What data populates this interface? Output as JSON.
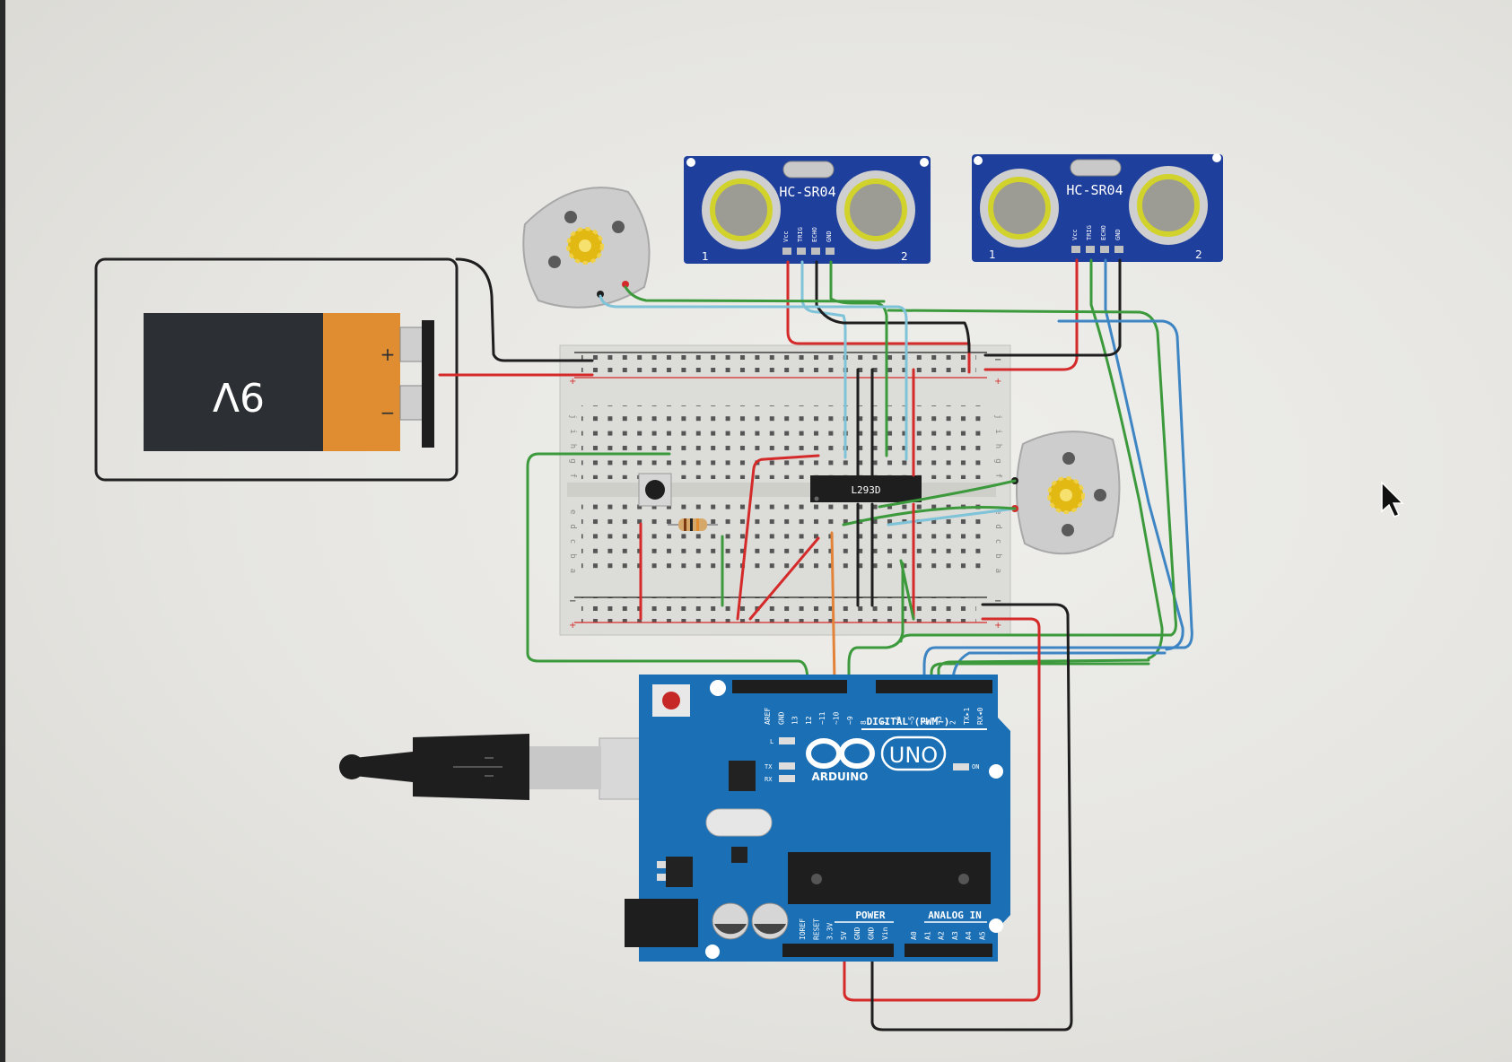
{
  "colors": {
    "wire_red": "#d42a2a",
    "wire_black": "#1e1e1e",
    "wire_green": "#3c9a3c",
    "wire_blue": "#3e85c4",
    "wire_lightblue": "#7fc3d8",
    "wire_orange": "#e3833a",
    "arduino_blue": "#1b6fb5",
    "sensor_blue": "#1f3f9c",
    "battery_orange": "#e08c30",
    "battery_black": "#2c2f33"
  },
  "battery": {
    "label": "9V",
    "plus": "+",
    "minus": "−"
  },
  "sensors": [
    {
      "name": "HC-SR04",
      "pins": [
        "Vcc",
        "TRIG",
        "ECHO",
        "GND"
      ],
      "corner_left": "1",
      "corner_right": "2"
    },
    {
      "name": "HC-SR04",
      "pins": [
        "Vcc",
        "TRIG",
        "ECHO",
        "GND"
      ],
      "corner_left": "1",
      "corner_right": "2"
    }
  ],
  "driver_chip": {
    "label": "L293D"
  },
  "breadboard": {
    "row_letters_top": [
      "j",
      "i",
      "h",
      "g",
      "f"
    ],
    "row_letters_bottom": [
      "e",
      "d",
      "c",
      "b",
      "a"
    ],
    "rail_plus": "+",
    "rail_minus": "−"
  },
  "arduino": {
    "brand": "ARDUINO",
    "model": "UNO",
    "digital_label": "DIGITAL (PWM~)",
    "digital_pins": [
      "AREF",
      "GND",
      "13",
      "12",
      "~11",
      "~10",
      "~9",
      "8",
      "7",
      "~6",
      "~5",
      "4",
      "~3",
      "2",
      "TX▸1",
      "RX◂0"
    ],
    "power_label": "POWER",
    "power_pins": [
      "IOREF",
      "RESET",
      "3.3V",
      "5V",
      "GND",
      "GND",
      "Vin"
    ],
    "analog_label": "ANALOG IN",
    "analog_pins": [
      "A0",
      "A1",
      "A2",
      "A3",
      "A4",
      "A5"
    ],
    "led_labels": [
      "L",
      "TX",
      "RX"
    ],
    "on_label": "ON"
  }
}
